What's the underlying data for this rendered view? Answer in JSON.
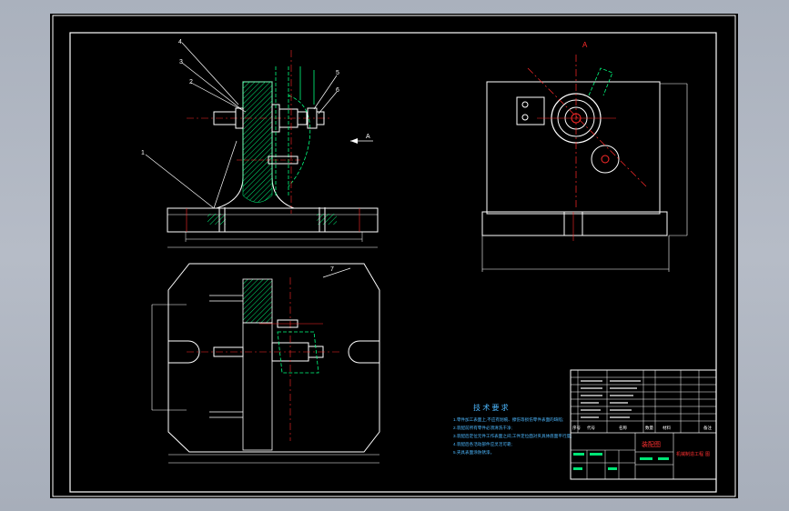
{
  "drawing": {
    "balloon_labels": [
      "4",
      "3",
      "2",
      "1",
      "5",
      "6",
      "7"
    ],
    "section_mark": "A",
    "view_arrow_label": "A",
    "tech_requirements": {
      "title": "技 术 要 求",
      "lines": [
        "1.零件加工表面上,不应有划痕、擦伤等损伤零件表面的缺陷;",
        "2.装配前所有零件必须清洗干净;",
        "3.装配后定位元件工作表面之间,工件定位面对夹具体底面平行度;",
        "4.装配后各活动部件应灵活可靠;",
        "5.夹具表面涂防锈漆。"
      ]
    },
    "title_block": {
      "header_cols": [
        "序号",
        "代号",
        "名称",
        "数量",
        "材料",
        "备注"
      ],
      "drawing_name": "装配图",
      "company": "机械制造工程",
      "drawing_no": "图"
    },
    "colors": {
      "line": "#ffffff",
      "centerline": "#ff2a2a",
      "hatch": "#00ff7f",
      "text_tech": "#4db8ff",
      "title_red": "#ff3030",
      "table_green": "#00e676"
    }
  }
}
